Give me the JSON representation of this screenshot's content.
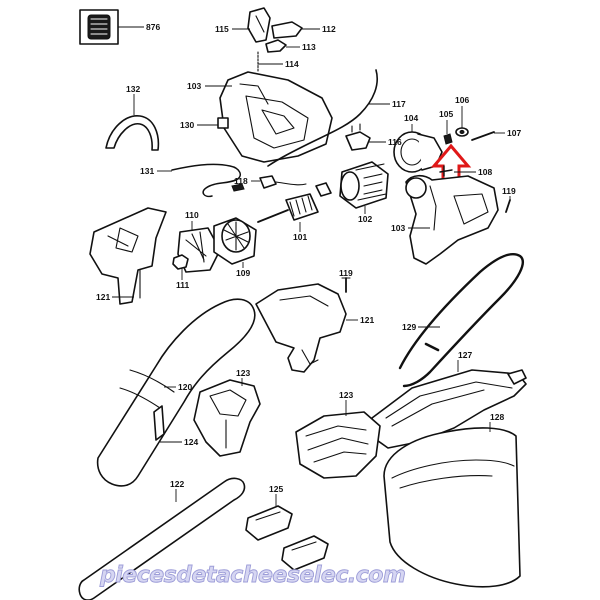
{
  "diagram": {
    "labels": [
      "876",
      "115",
      "112",
      "113",
      "114",
      "103",
      "117",
      "132",
      "130",
      "116",
      "104",
      "105",
      "106",
      "107",
      "131",
      "118",
      "108",
      "119",
      "102",
      "110",
      "101",
      "103",
      "109",
      "121",
      "111",
      "119",
      "121",
      "129",
      "127",
      "120",
      "123",
      "123",
      "124",
      "128",
      "122",
      "125"
    ],
    "watermark": "piecesdetacheeselec.com",
    "colors": {
      "line": "#111111",
      "arrow": "#e01818",
      "watermark": "#c9c9ee"
    }
  }
}
